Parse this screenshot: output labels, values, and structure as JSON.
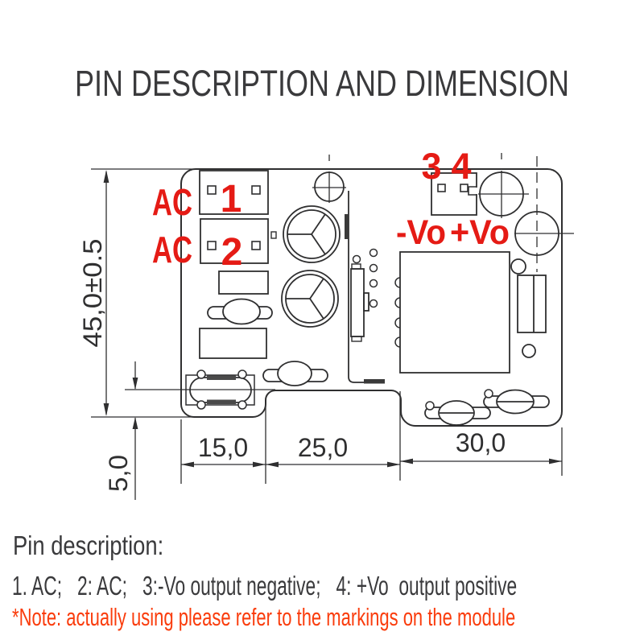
{
  "title": "PIN DESCRIPTION AND DIMENSION",
  "diagram": {
    "labels": {
      "ac1": "AC",
      "ac2": "AC",
      "pin1": "1",
      "pin2": "2",
      "pin3": "3",
      "pin4": "4",
      "vo_neg": "-Vo",
      "vo_pos": "+Vo"
    },
    "dimensions": {
      "board_height": "45,0±0.5",
      "notch_depth": "5,0",
      "width_left": "15,0",
      "width_middle": "25,0",
      "width_right": "30,0"
    },
    "colors": {
      "red_label": "#e51b15",
      "line": "#2f2f30"
    }
  },
  "pin_description": {
    "heading": "Pin description:",
    "pins": "1. AC;   2: AC;   3:-Vo output negative;   4: +Vo  output positive",
    "note": "*Note: actually using please refer to the markings on the module",
    "note_color": "#fa3c0c",
    "text_color": "#3a3a3c"
  }
}
